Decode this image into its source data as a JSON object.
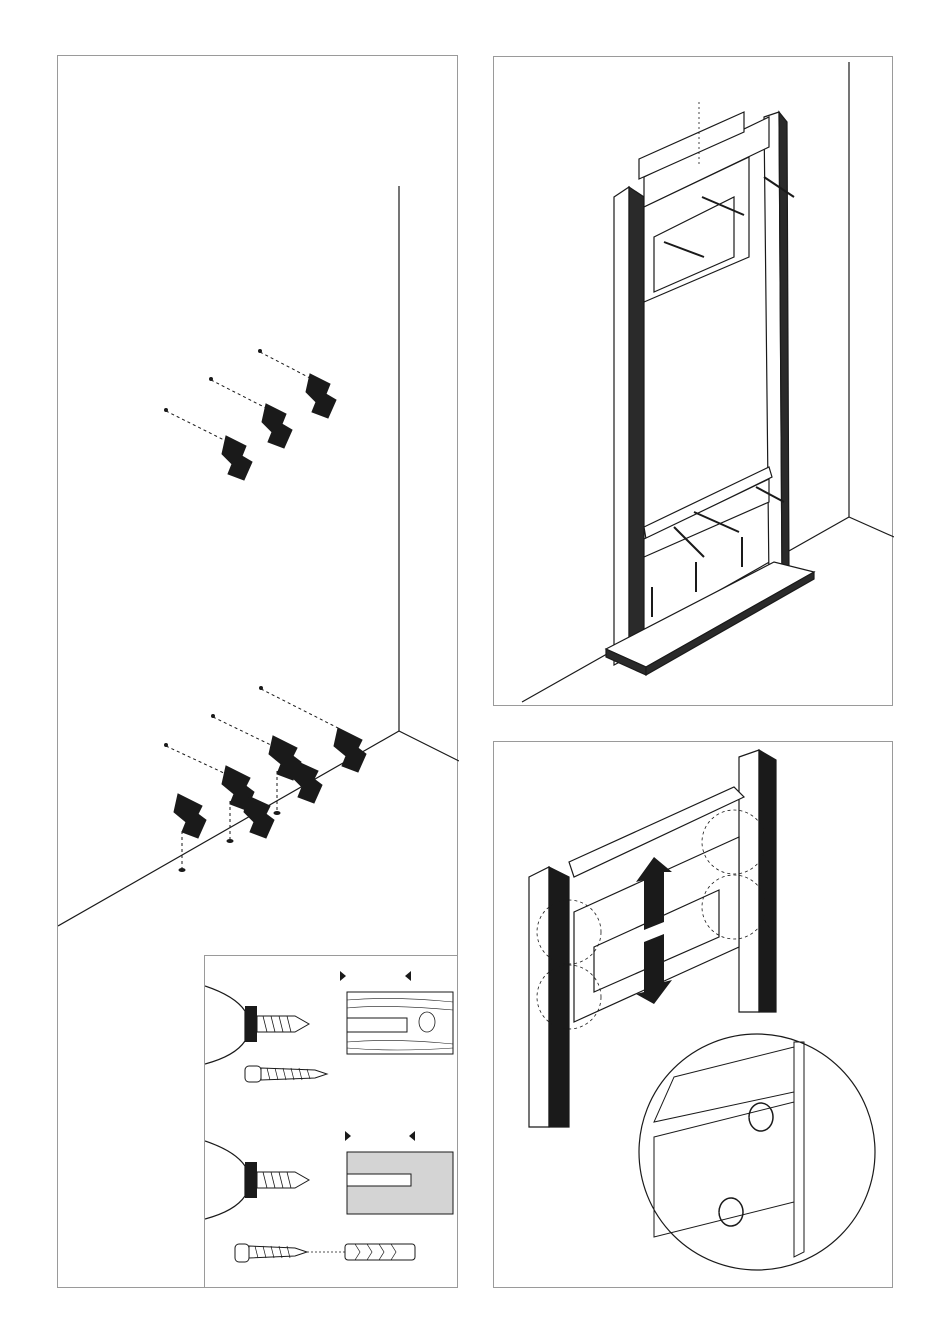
{
  "page": {
    "title": "",
    "panels": [
      {
        "id": "left",
        "content": "drilling-holes-in-wall-and-floor"
      },
      {
        "id": "top-right",
        "content": "frame-screwed-to-wall-and-floor"
      },
      {
        "id": "bottom-right",
        "content": "height-adjustment-of-bracket"
      }
    ],
    "detail": {
      "materials": [
        "wood",
        "concrete"
      ]
    }
  },
  "colors": {
    "line": "#1a1a1a",
    "frame_border": "#9a9a9a",
    "wood": "#ffffff",
    "concrete": "#d4d4d4"
  }
}
